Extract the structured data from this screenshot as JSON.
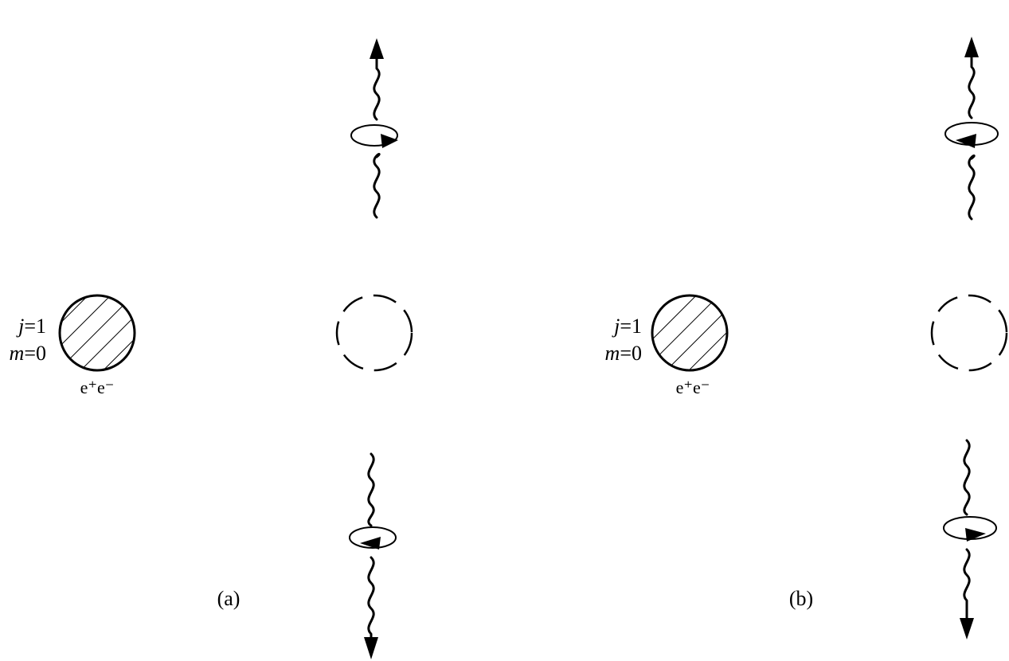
{
  "panels": [
    {
      "id": "a",
      "caption": "(a)",
      "state_j": "1",
      "state_m": "0",
      "pair": "e⁺e⁻",
      "j_symbol": "j",
      "m_symbol": "m",
      "eq": "="
    },
    {
      "id": "b",
      "caption": "(b)",
      "state_j": "1",
      "state_m": "0",
      "pair": "e⁺e⁻",
      "j_symbol": "j",
      "m_symbol": "m",
      "eq": "="
    }
  ],
  "colors": {
    "ink": "#000000",
    "background": "#ffffff"
  }
}
